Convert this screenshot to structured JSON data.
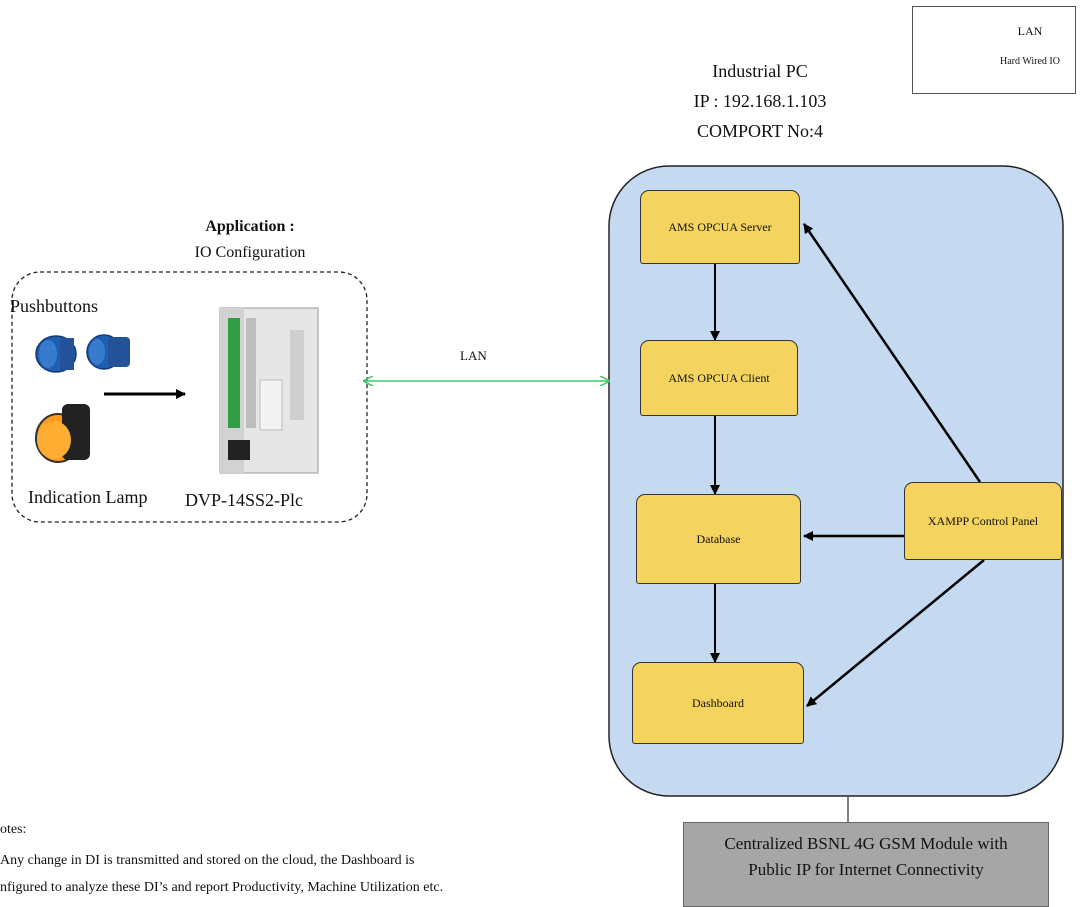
{
  "legend": {
    "lan_label": "LAN",
    "hardwired_label": "Hard Wired IO",
    "lan_color": "#3cc86e",
    "hardwired_color": "#000000"
  },
  "industrial_pc": {
    "title": "Industrial PC",
    "ip": "IP : 192.168.1.103",
    "comport": "COMPORT No:4",
    "background": "#c5d9f1"
  },
  "application": {
    "title": "Application :",
    "subtitle": "IO Configuration",
    "pushbuttons_label": "Pushbuttons",
    "lamp_label": "Indication Lamp",
    "plc_label": "DVP-14SS2-Plc"
  },
  "lan_connection_label": "LAN",
  "nodes": {
    "server": "AMS OPCUA Server",
    "client": "AMS OPCUA Client",
    "database": "Database",
    "dashboard": "Dashboard",
    "xampp": "XAMPP Control Panel"
  },
  "module": {
    "line1": "Centralized BSNL 4G GSM Module with",
    "line2": "Public IP for Internet Connectivity"
  },
  "notes": {
    "title": "otes:",
    "line1": " Any change in DI is transmitted and stored on the cloud, the Dashboard is",
    "line2": "nfigured to analyze these DI’s and report Productivity, Machine Utilization etc."
  },
  "node_color": "#f4d35e",
  "pushbutton_color": "#1f5fb3",
  "lamp_color": "#ff9a1a"
}
